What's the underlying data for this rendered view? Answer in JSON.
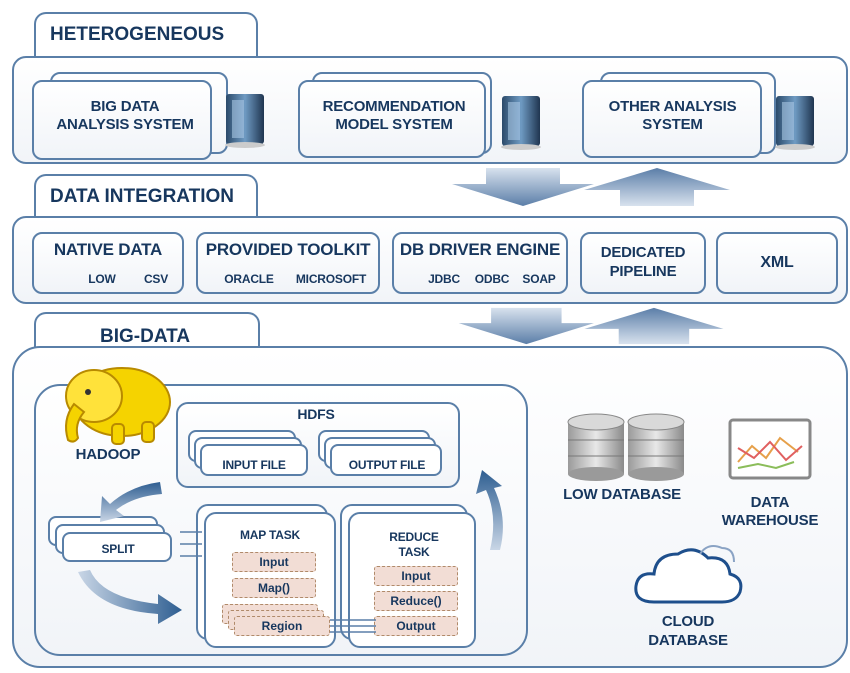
{
  "layers": {
    "heterogeneous": {
      "title": "HETEROGENEOUS",
      "systems": [
        {
          "label": "BIG DATA\nANALYSIS SYSTEM",
          "icon": "server-icon"
        },
        {
          "label": "RECOMMENDATION\nMODEL SYSTEM",
          "icon": "server-icon"
        },
        {
          "label": "OTHER ANALYSIS\nSYSTEM",
          "icon": "server-icon"
        }
      ]
    },
    "integration": {
      "title": "DATA INTEGRATION",
      "items": [
        {
          "title": "NATIVE DATA",
          "subs": [
            "LOW",
            "CSV"
          ]
        },
        {
          "title": "PROVIDED TOOLKIT",
          "subs": [
            "ORACLE",
            "MICROSOFT"
          ]
        },
        {
          "title": "DB DRIVER ENGINE",
          "subs": [
            "JDBC",
            "ODBC",
            "SOAP"
          ]
        },
        {
          "title": "DEDICATED\nPIPELINE",
          "subs": []
        },
        {
          "title": "XML",
          "subs": []
        }
      ]
    },
    "bigdata": {
      "title": "BIG-DATA",
      "hadoop": "HADOOP",
      "hdfs": "HDFS",
      "input_file": "INPUT FILE",
      "output_file": "OUTPUT FILE",
      "split": "SPLIT",
      "map_task": {
        "title": "MAP TASK",
        "steps": [
          "Input",
          "Map()",
          "Region"
        ]
      },
      "reduce_task": {
        "title": "REDUCE\nTASK",
        "steps": [
          "Input",
          "Reduce()",
          "Output"
        ]
      },
      "low_database": "LOW DATABASE",
      "data_warehouse": "DATA\nWAREHOUSE",
      "cloud_database": "CLOUD\nDATABASE"
    }
  },
  "colors": {
    "border": "#5a7fa8",
    "text": "#17375e",
    "pill": "#f2ddd5",
    "arrow": "#5b7ea8"
  }
}
